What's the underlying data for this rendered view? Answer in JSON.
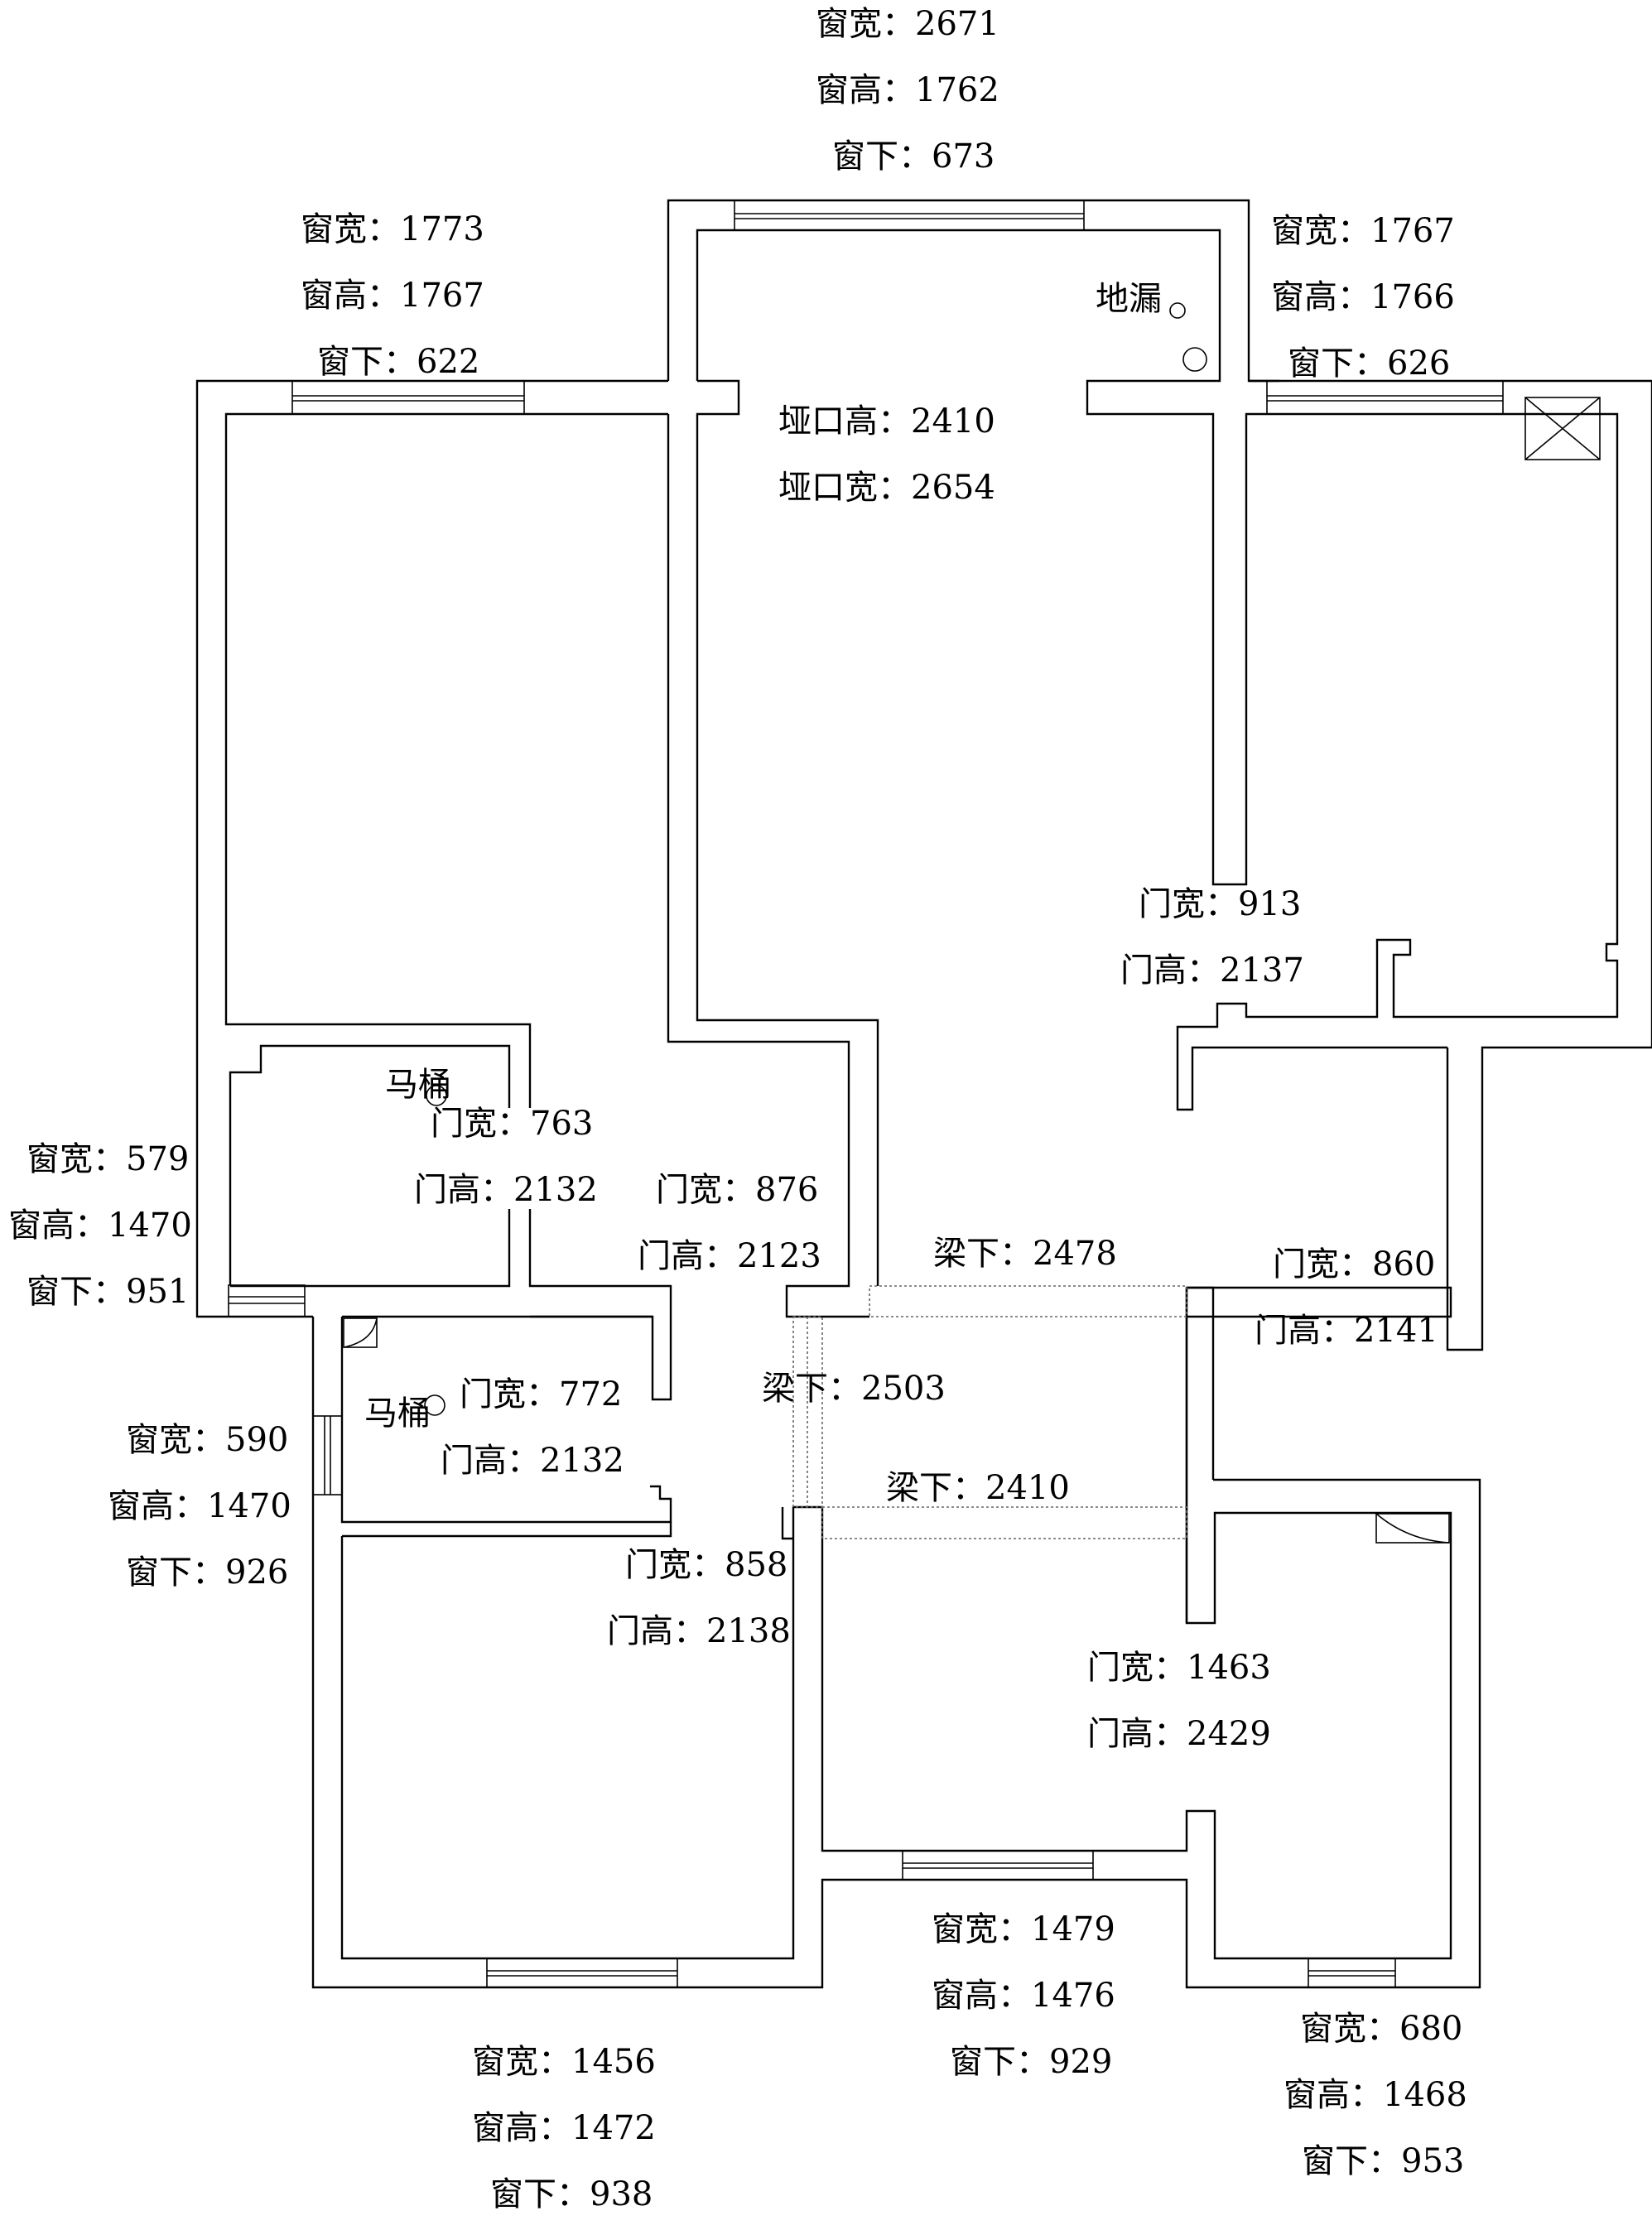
{
  "labels": {
    "win_top_center": [
      "窗宽：2671",
      "窗高：1762",
      "窗下：673"
    ],
    "win_top_left": [
      "窗宽：1773",
      "窗高：1767",
      "窗下：622"
    ],
    "win_top_right": [
      "窗宽：1767",
      "窗高：1766",
      "窗下：626"
    ],
    "floor_drain": "地漏",
    "opening": [
      "垭口高：2410",
      "垭口宽：2654"
    ],
    "door_913": [
      "门宽：913",
      "门高：2137"
    ],
    "toilet_1": "马桶",
    "door_763": [
      "门宽：763",
      "门高：2132"
    ],
    "door_876": [
      "门宽：876",
      "门高：2123"
    ],
    "win_left_mid": [
      "窗宽：579",
      "窗高：1470",
      "窗下：951"
    ],
    "beam_1": "梁下：2478",
    "door_860": [
      "门宽：860",
      "门高：2141"
    ],
    "toilet_2": "马桶",
    "door_772": [
      "门宽：772",
      "门高：2132"
    ],
    "beam_2": "梁下：2503",
    "win_left_low": [
      "窗宽：590",
      "窗高：1470",
      "窗下：926"
    ],
    "beam_3": "梁下：2410",
    "door_858": [
      "门宽：858",
      "门高：2138"
    ],
    "door_1463": [
      "门宽：1463",
      "门高：2429"
    ],
    "win_bottom_mid": [
      "窗宽：1479",
      "窗高：1476",
      "窗下：929"
    ],
    "win_bottom_left": [
      "窗宽：1456",
      "窗高：1472",
      "窗下：938"
    ],
    "win_bottom_right": [
      "窗宽：680",
      "窗高：1468",
      "窗下：953"
    ]
  }
}
